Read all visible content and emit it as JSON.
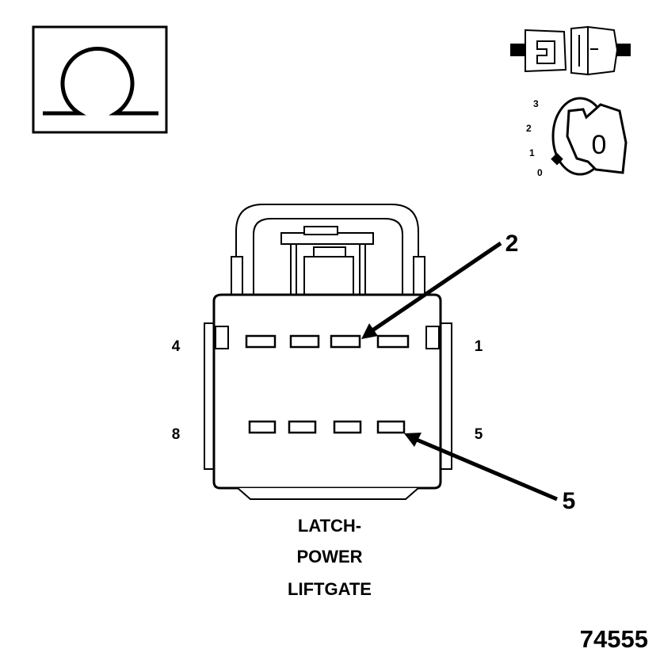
{
  "connector": {
    "name_lines": [
      "LATCH-",
      "POWER",
      "LIFTGATE"
    ],
    "cavity_labels": {
      "top_left": "4",
      "top_right": "1",
      "bottom_left": "8",
      "bottom_right": "5"
    },
    "callouts": [
      {
        "text": "2"
      },
      {
        "text": "5"
      }
    ]
  },
  "ignition_key": {
    "positions": [
      "3",
      "2",
      "1",
      "0"
    ],
    "key_text": "0"
  },
  "figure_number": "74555",
  "icons": [
    "ohm-symbol-icon",
    "connector-plug-icon",
    "ignition-key-icon"
  ]
}
